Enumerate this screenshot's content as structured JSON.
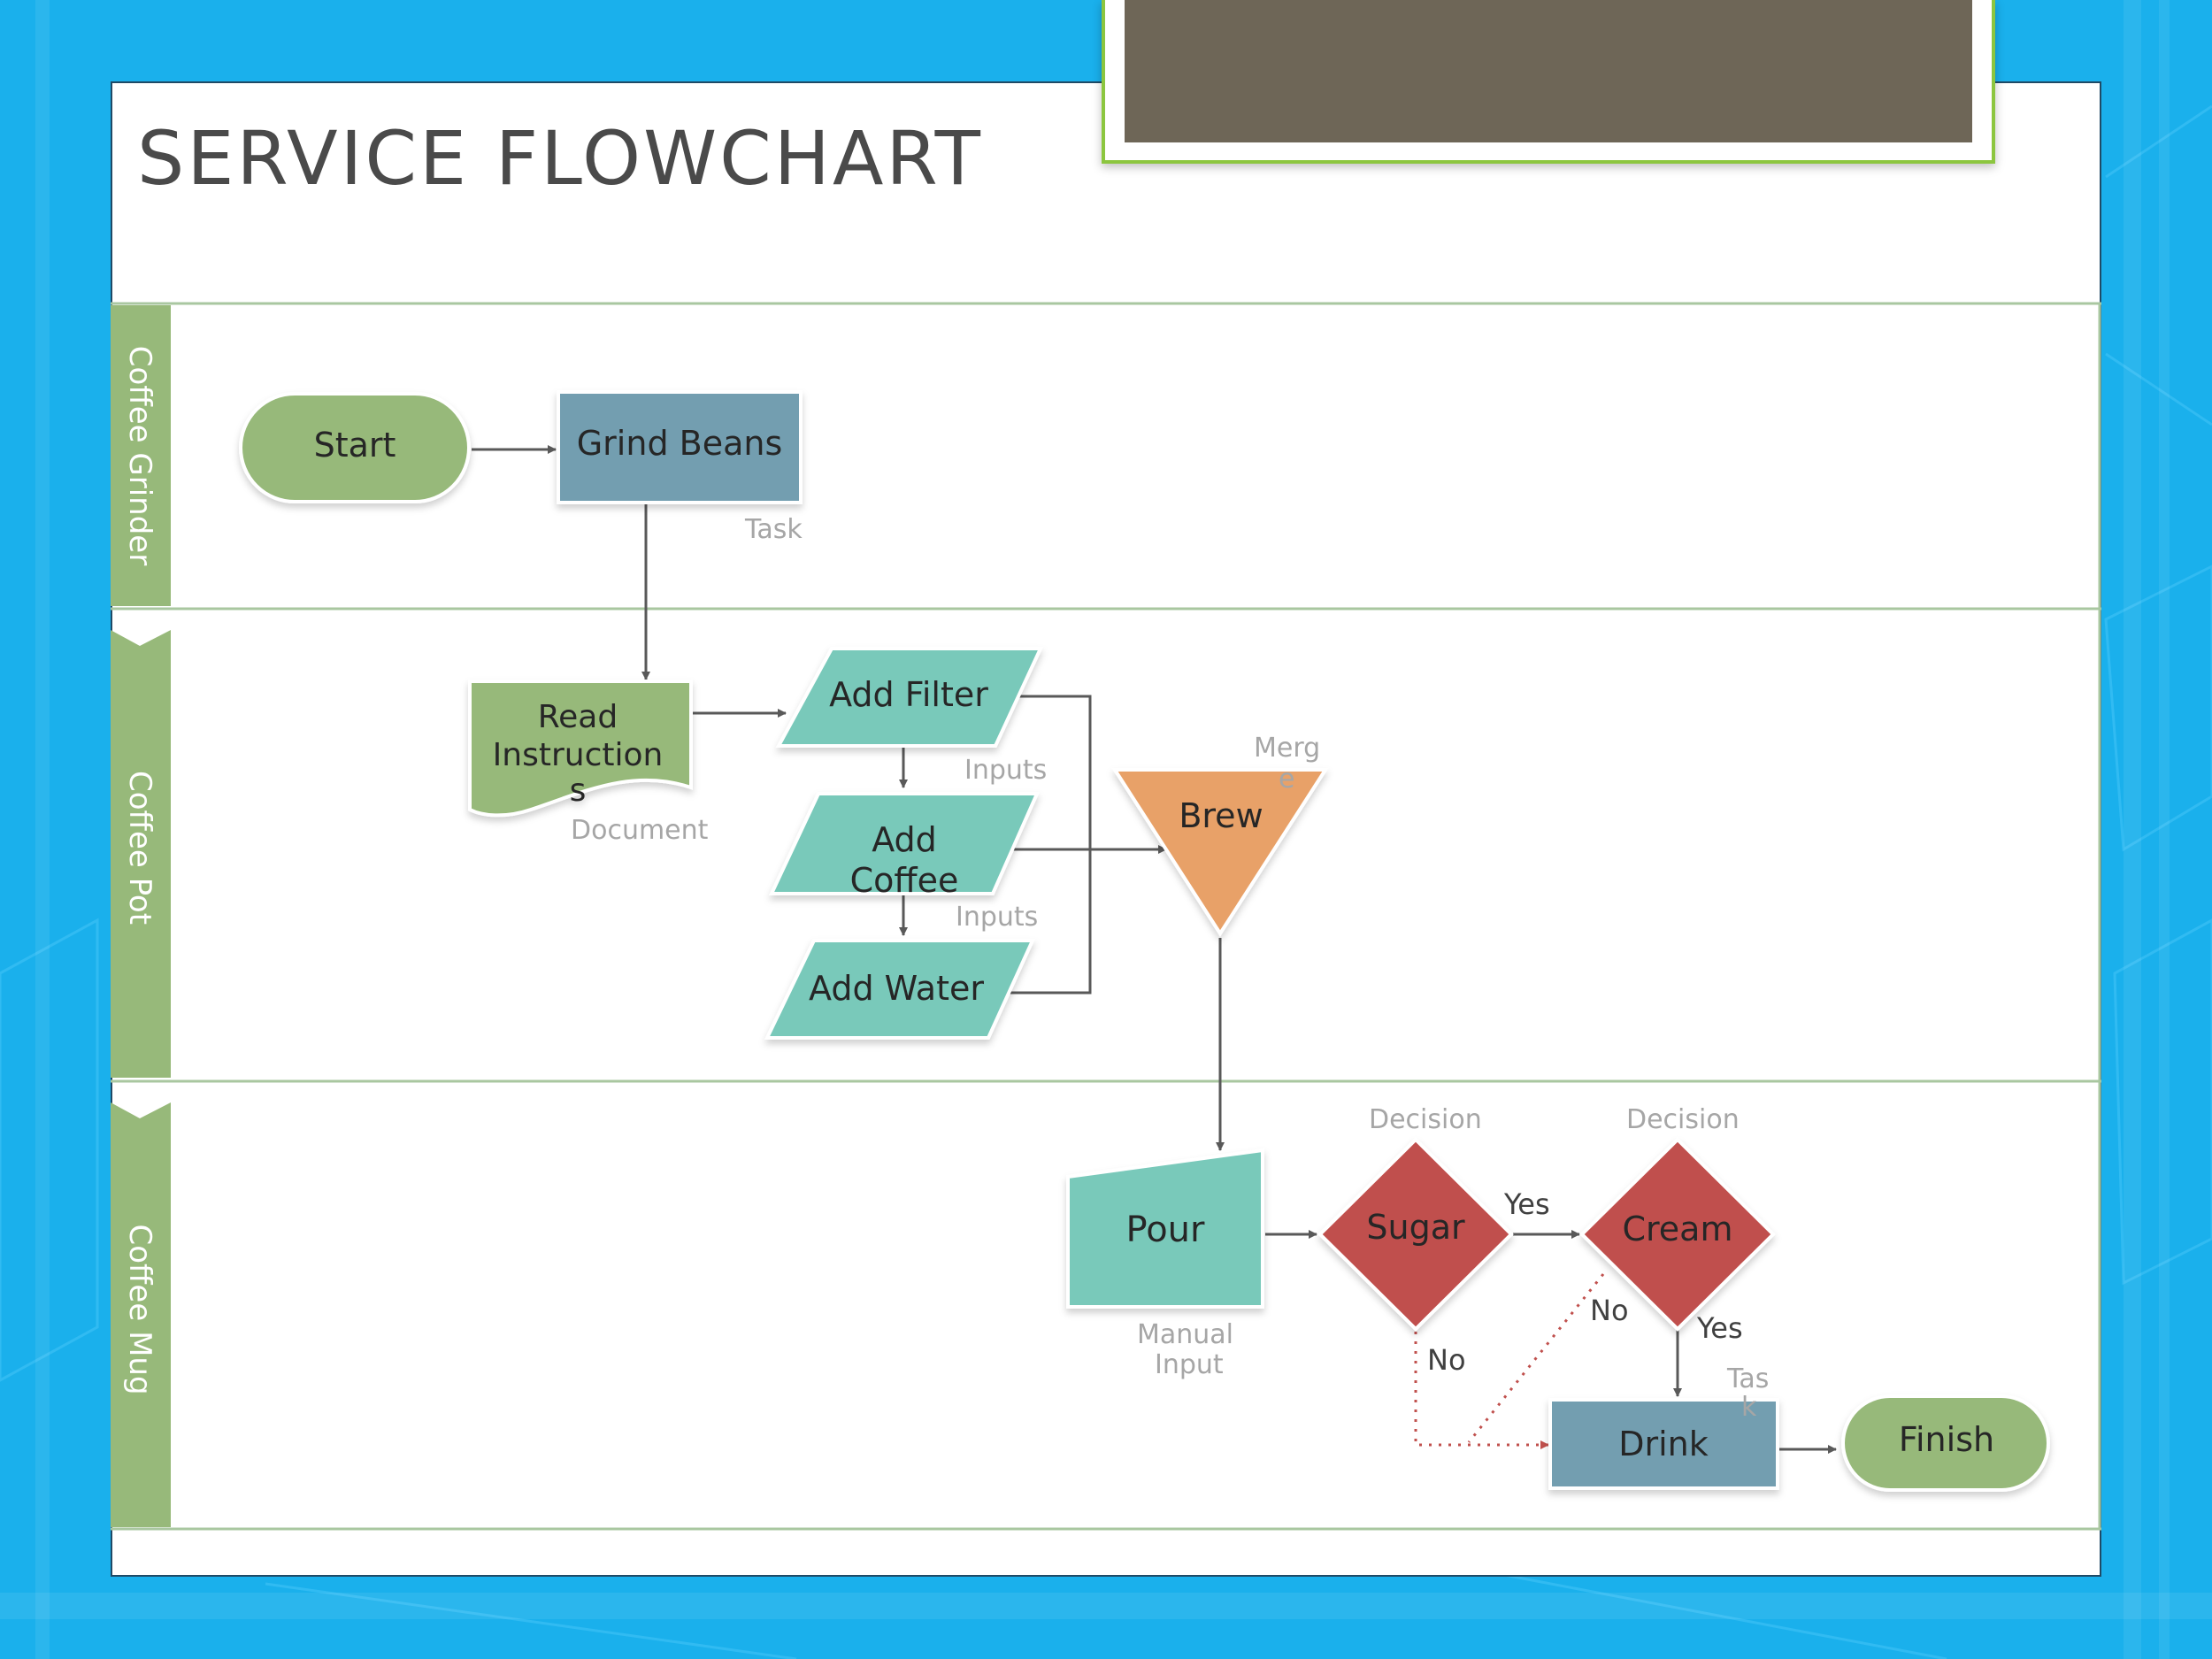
{
  "title": "SERVICE FLOWCHART",
  "lanes": [
    "Coffee Grinder",
    "Coffee Pot",
    "Coffee Mug"
  ],
  "nodes": {
    "start": "Start",
    "grind_beans": "Grind Beans",
    "read_instructions": [
      "Read",
      "Instruction",
      "s"
    ],
    "add_filter": "Add Filter",
    "add_coffee": [
      "Add",
      "Coffee"
    ],
    "add_water": "Add Water",
    "brew": "Brew",
    "pour": "Pour",
    "sugar": "Sugar",
    "cream": "Cream",
    "drink": "Drink",
    "finish": "Finish"
  },
  "annotations": {
    "task": "Task",
    "document": "Document",
    "inputs_1": "Inputs",
    "inputs_2": "Inputs",
    "merge": [
      "Merg",
      "e"
    ],
    "manual_input": [
      "Manual",
      "Input"
    ],
    "decision_1": "Decision",
    "decision_2": "Decision",
    "task_2": [
      "Tas",
      "k"
    ]
  },
  "edge_labels": {
    "sugar_yes": "Yes",
    "sugar_no": "No",
    "cream_yes": "Yes",
    "cream_no": "No"
  },
  "colors": {
    "green": "#97b97a",
    "teal": "#79c9ba",
    "slate": "#739eb0",
    "orange": "#e8a168",
    "red": "#c0504d",
    "background": "#1ab0ec"
  }
}
